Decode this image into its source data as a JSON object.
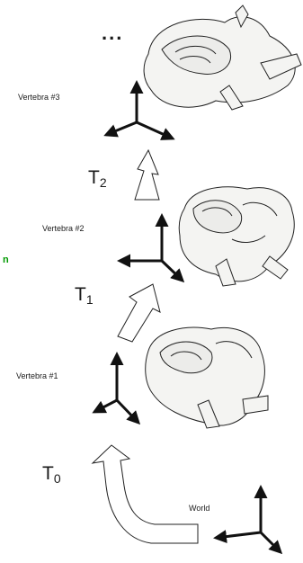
{
  "ellipsis": "...",
  "vertebrae": [
    {
      "label": "Vertebra #3"
    },
    {
      "label": "Vertebra #2"
    },
    {
      "label": "Vertebra #1"
    }
  ],
  "world_label": "World",
  "transforms": [
    {
      "letter": "T",
      "sub": "0"
    },
    {
      "letter": "T",
      "sub": "1"
    },
    {
      "letter": "T",
      "sub": "2"
    }
  ],
  "side_glyph": "n",
  "colors": {
    "ink": "#1a1a1a",
    "bone_fill": "#f4f4f2",
    "accent_glyph": "#009900"
  }
}
